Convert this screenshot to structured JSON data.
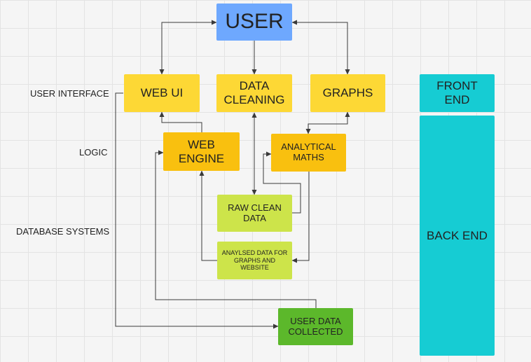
{
  "colors": {
    "user_blue": "#6ea8fe",
    "yellow": "#fdd835",
    "orange_yellow": "#f9c00f",
    "light_green": "#cde44a",
    "dark_green": "#5cb82b",
    "teal": "#16ccd3",
    "connector": "#3a3a3a"
  },
  "row_labels": {
    "user_interface": "USER INTERFACE",
    "logic": "LOGIC",
    "database_systems": "DATABASE SYSTEMS"
  },
  "nodes": {
    "user": "USER",
    "web_ui": "WEB UI",
    "data_cleaning": "DATA\nCLEANING",
    "graphs": "GRAPHS",
    "web_engine": "WEB\nENGINE",
    "analytical_maths": "ANALYTICAL\nMATHS",
    "raw_clean_data": "RAW CLEAN\nDATA",
    "analysed_data": "ANAYLSED DATA FOR\nGRAPHS AND\nWEBSITE",
    "user_data_collected": "USER DATA\nCOLLECTED"
  },
  "layers": {
    "front_end": "FRONT\nEND",
    "back_end": "BACK END"
  }
}
